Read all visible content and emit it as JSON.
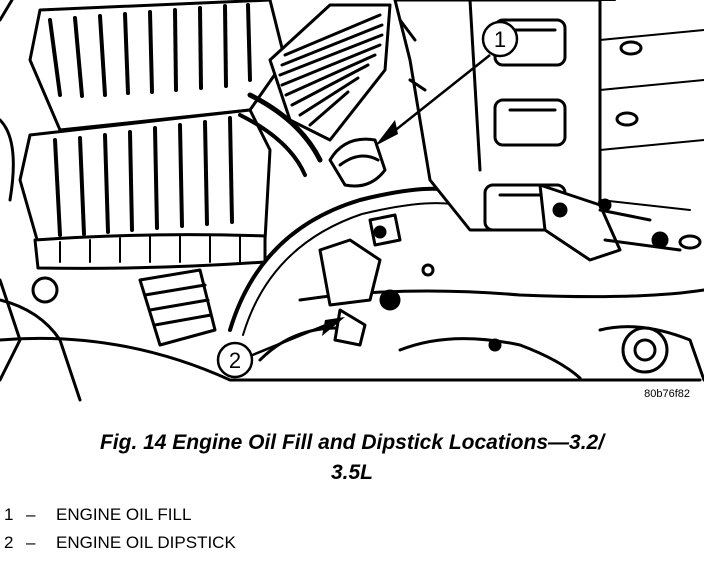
{
  "figure": {
    "image_code": "80b76f82",
    "callouts": [
      "1",
      "2"
    ]
  },
  "caption": {
    "line1": "Fig. 14 Engine Oil Fill and Dipstick Locations—3.2/",
    "line2": "3.5L"
  },
  "legend": [
    {
      "num": "1",
      "dash": "–",
      "label": "ENGINE OIL FILL"
    },
    {
      "num": "2",
      "dash": "–",
      "label": "ENGINE OIL DIPSTICK"
    }
  ]
}
